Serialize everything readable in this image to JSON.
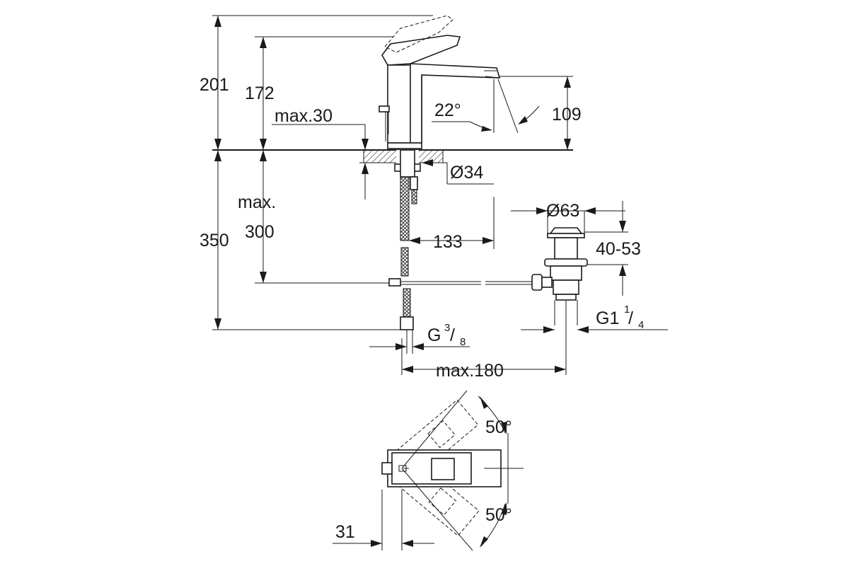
{
  "labels": {
    "d201": "201",
    "d172": "172",
    "max30": "max.30",
    "angle22": "22°",
    "d109": "109",
    "dia34": "Ø34",
    "max_a": "max.",
    "d300": "300",
    "d350": "350",
    "dia63": "Ø63",
    "d133": "133",
    "d40_53": "40-53",
    "g1_base": "G1",
    "g1_num": "1",
    "g1_den": "4",
    "g38_base": "G",
    "g38_num": "3",
    "g38_den": "8",
    "max180": "max.180",
    "angle50_top": "50°",
    "angle50_bottom": "50°",
    "d31": "31"
  }
}
